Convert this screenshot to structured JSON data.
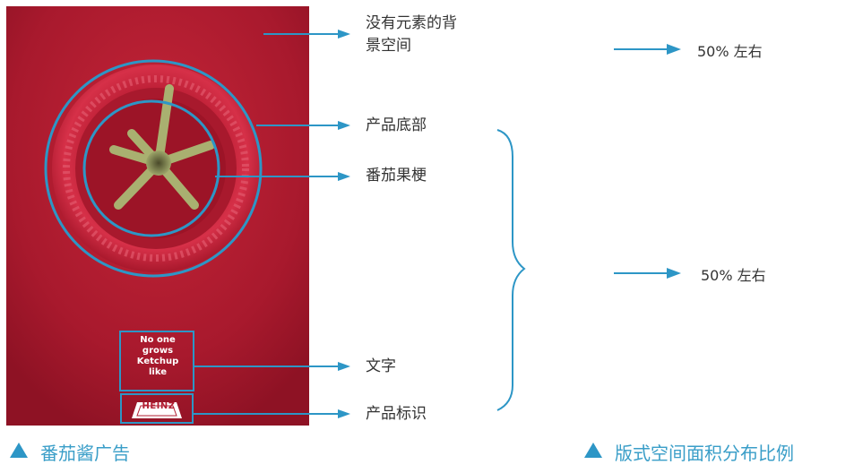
{
  "poster": {
    "tagline": "No one\ngrows\nKetchup\nlike",
    "logo_text": "HEINZ"
  },
  "labels": {
    "background_space": "没有元素的背\n景空间",
    "product_bottom": "产品底部",
    "tomato_stem": "番茄果梗",
    "text": "文字",
    "product_logo": "产品标识"
  },
  "ratios": {
    "top": "50% 左右",
    "bottom": "50% 左右"
  },
  "captions": {
    "left": "番茄酱广告",
    "right": "版式空间面积分布比例"
  },
  "colors": {
    "accent": "#2d96c6",
    "poster_red": "#b21f33"
  }
}
